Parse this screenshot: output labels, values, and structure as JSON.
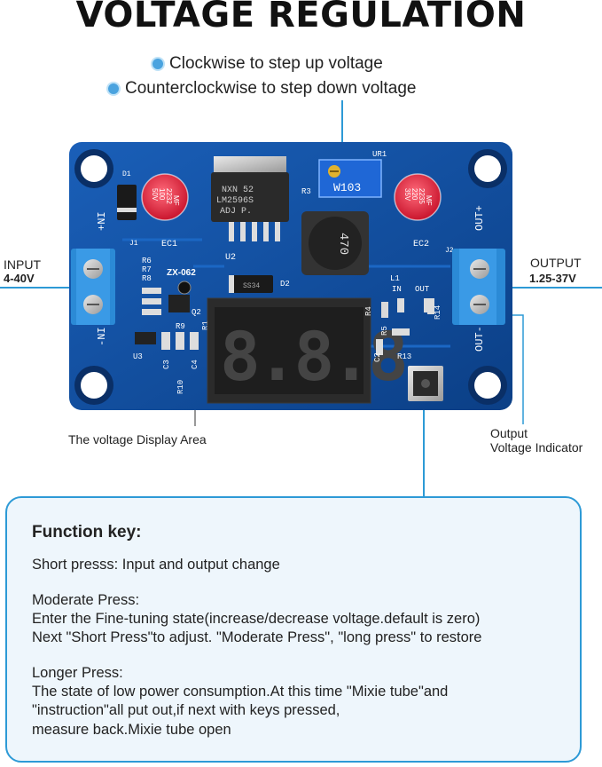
{
  "title": "VOLTAGE REGULATION",
  "bullets": [
    "Clockwise to step up voltage",
    "Counterclockwise to step down voltage"
  ],
  "labels": {
    "input": "INPUT",
    "input_range": "4-40V",
    "output": "OUTPUT",
    "output_range": "1.25-37V",
    "display_area": "The voltage Display Area",
    "indicator_line1": "Output",
    "indicator_line2": "Voltage Indicator"
  },
  "board": {
    "pot_text": "W103",
    "pot_label": "UR1",
    "chip_lines": [
      "NXN 52",
      "LM2596S",
      "ADJ  P."
    ],
    "chip_label": "U2",
    "inductor_text": "470",
    "inductor_label": "L1",
    "cap1_lines": [
      "MF",
      "2232",
      "100",
      "50V"
    ],
    "cap1_label": "EC1",
    "cap2_lines": [
      "MF",
      "2235",
      "220",
      "35V"
    ],
    "cap2_label": "EC2",
    "model": "ZX-062",
    "display_digits": "8.8.8.",
    "in_plus": "+NI",
    "in_minus": "-NI",
    "out_plus": "OUT+",
    "out_minus": "OUT-",
    "led_in": "IN",
    "led_out": "OUT",
    "diode_text": "SS34",
    "refs": {
      "d1": "D1",
      "r3": "R3",
      "j1": "J1",
      "j2": "J2",
      "r6": "R6",
      "r7": "R7",
      "r8": "R8",
      "q2": "Q2",
      "u3": "U3",
      "c3": "C3",
      "r9": "R9",
      "c4": "C4",
      "r10": "R10",
      "r1": "R1",
      "d2": "D2",
      "r4": "R4",
      "r5": "R5",
      "c2": "C2",
      "r13": "R13",
      "r14": "R14"
    }
  },
  "function_key": {
    "title": "Function key:",
    "lines": [
      "Short presss: Input and output change",
      "Moderate Press:",
      "Enter the Fine-tuning state(increase/decrease voltage.default is zero)",
      "Next \"Short Press\"to adjust. \"Moderate Press\", \"long press\" to restore",
      "Longer Press:",
      "The state of low power consumption.At this time \"Mixie tube\"and",
      "\"instruction\"all put out,if next with keys pressed,",
      "measure back.Mixie tube open"
    ]
  },
  "colors": {
    "accent": "#2d9ad6",
    "board": "#0f4ea0",
    "board_dark": "#0a3b7c"
  }
}
